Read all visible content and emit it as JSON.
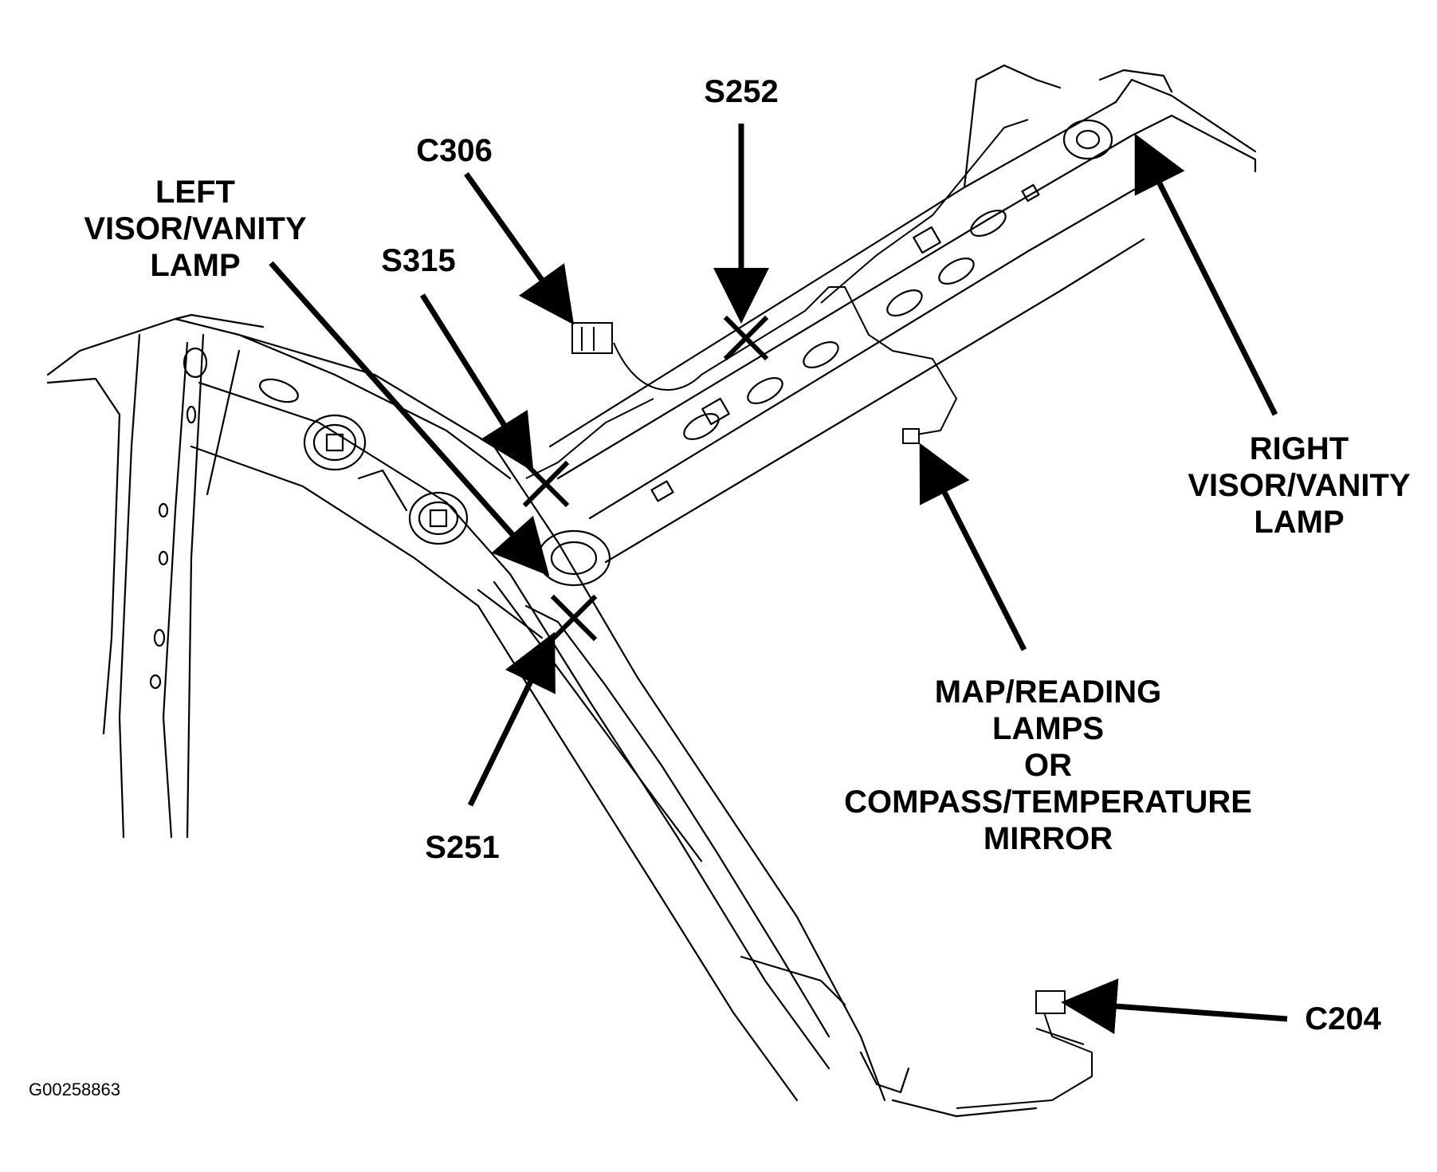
{
  "labels": {
    "s252": "S252",
    "c306": "C306",
    "left_lamp": [
      "LEFT",
      "VISOR/VANITY",
      "LAMP"
    ],
    "s315": "S315",
    "right_lamp": [
      "RIGHT",
      "VISOR/VANITY",
      "LAMP"
    ],
    "map_lamps": [
      "MAP/READING",
      "LAMPS",
      "OR",
      "COMPASS/TEMPERATURE",
      "MIRROR"
    ],
    "s251": "S251",
    "c204": "C204"
  },
  "figure_id": "G00258863"
}
